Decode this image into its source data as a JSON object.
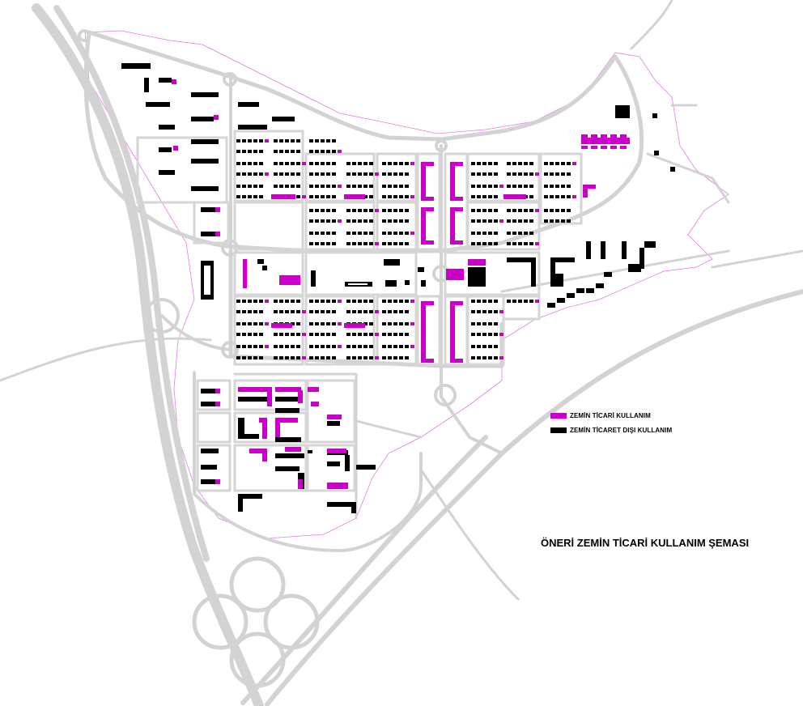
{
  "colors": {
    "commercial": "#c800c8",
    "non_commercial": "#000000",
    "road": "#d3d3d3",
    "boundary": "#e37be3",
    "background": "#ffffff"
  },
  "legend": {
    "items": [
      {
        "label": "ZEMİN TİCARİ KULLANIM",
        "color": "#c800c8"
      },
      {
        "label": "ZEMİN TİCARET DIŞI KULLANIM",
        "color": "#000000"
      }
    ]
  },
  "title": "ÖNERİ ZEMİN TİCARİ KULLANIM ŞEMASI"
}
